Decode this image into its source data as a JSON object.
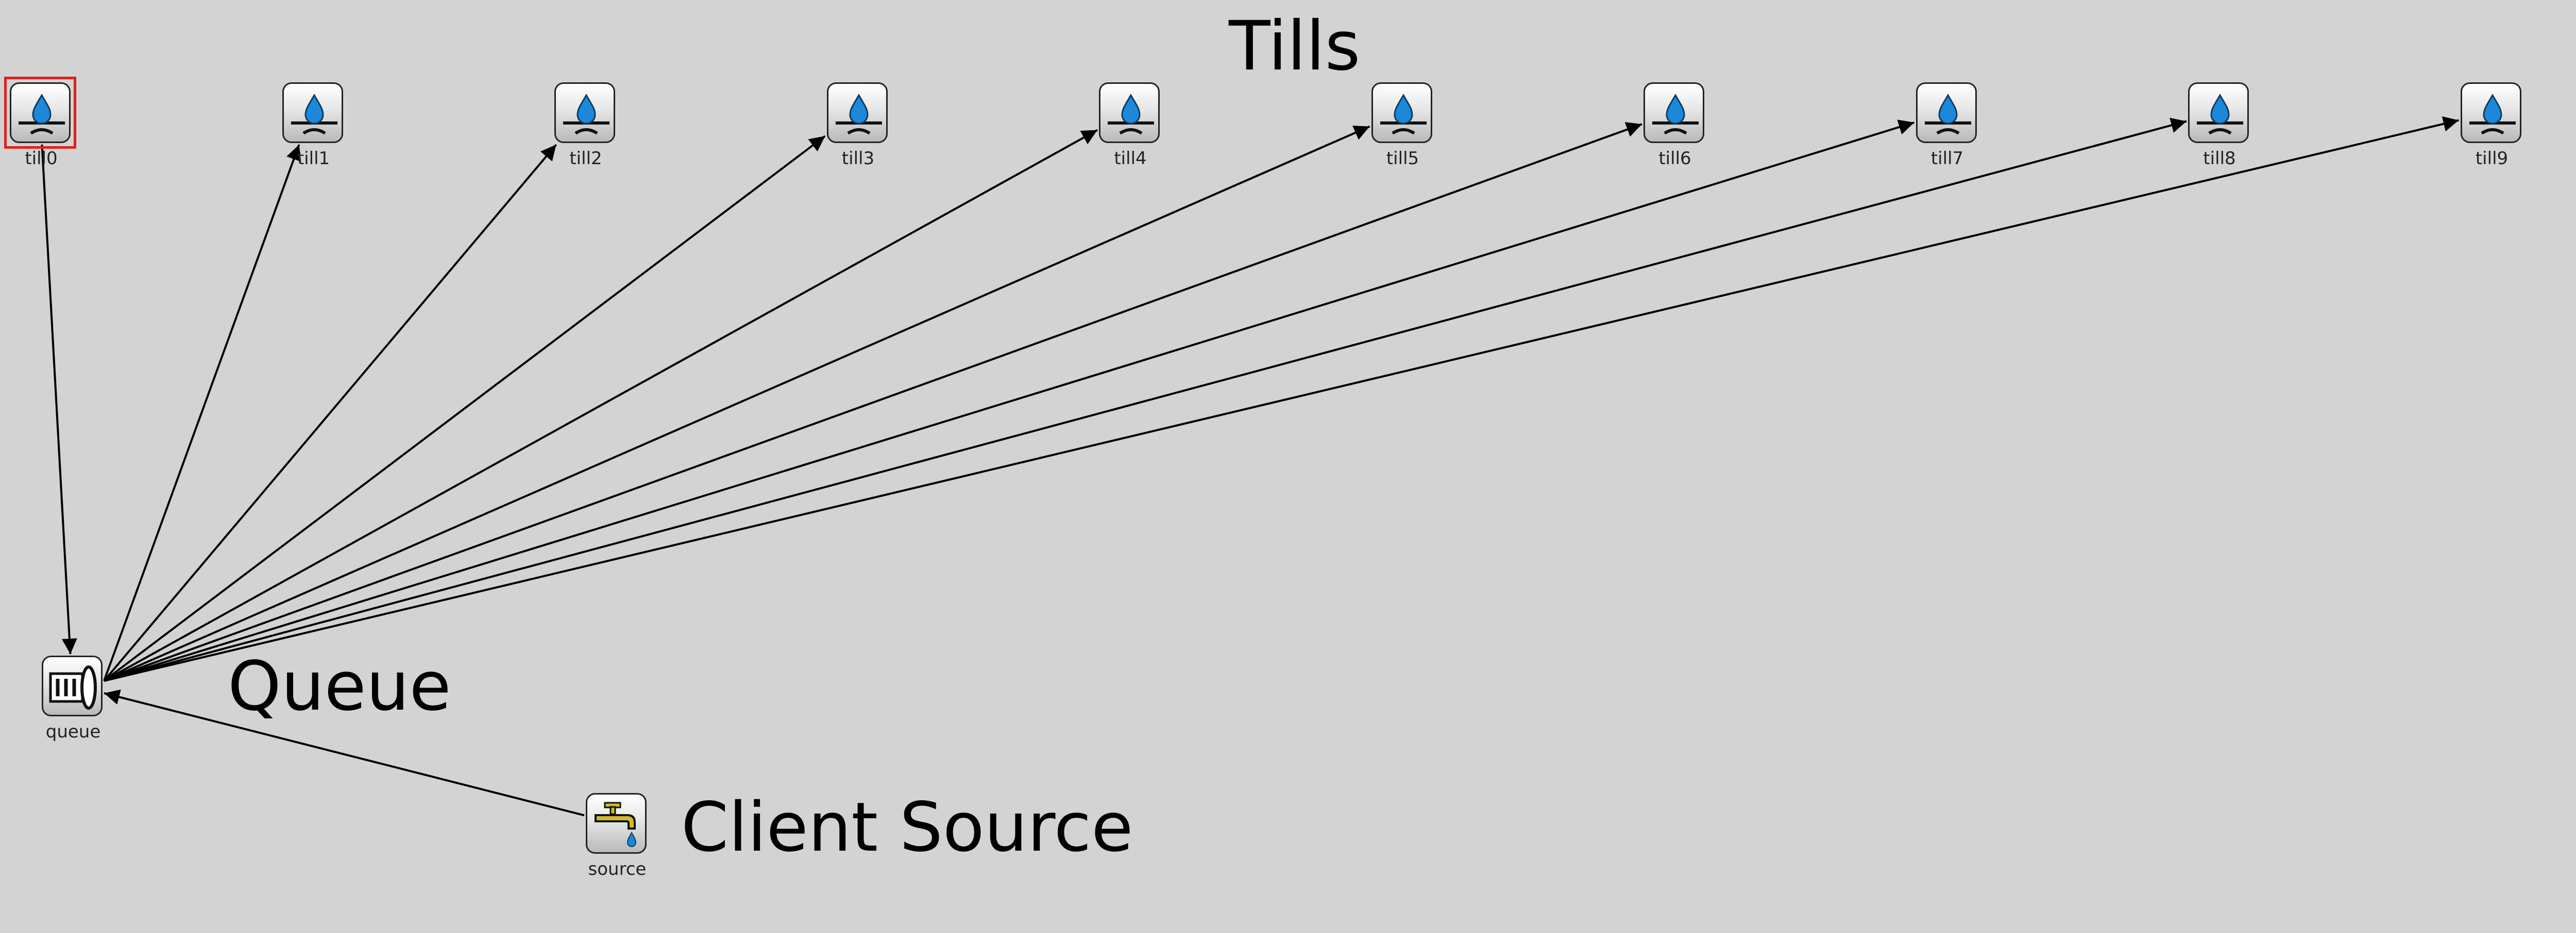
{
  "titles": {
    "tills": "Tills",
    "queue": "Queue",
    "source": "Client Source"
  },
  "nodes": {
    "tills": [
      {
        "label": "till0",
        "icon": "sink-drop-icon",
        "selected": true
      },
      {
        "label": "till1",
        "icon": "sink-drop-icon"
      },
      {
        "label": "till2",
        "icon": "sink-drop-icon"
      },
      {
        "label": "till3",
        "icon": "sink-drop-icon"
      },
      {
        "label": "till4",
        "icon": "sink-drop-icon"
      },
      {
        "label": "till5",
        "icon": "sink-drop-icon"
      },
      {
        "label": "till6",
        "icon": "sink-drop-icon"
      },
      {
        "label": "till7",
        "icon": "sink-drop-icon"
      },
      {
        "label": "till8",
        "icon": "sink-drop-icon"
      },
      {
        "label": "till9",
        "icon": "sink-drop-icon"
      }
    ],
    "queue": {
      "label": "queue",
      "icon": "queue-icon"
    },
    "source": {
      "label": "source",
      "icon": "faucet-icon"
    }
  },
  "edges": [
    {
      "from": "till0",
      "to": "queue"
    },
    {
      "from": "queue",
      "to": "till1"
    },
    {
      "from": "queue",
      "to": "till2"
    },
    {
      "from": "queue",
      "to": "till3"
    },
    {
      "from": "queue",
      "to": "till4"
    },
    {
      "from": "queue",
      "to": "till5"
    },
    {
      "from": "queue",
      "to": "till6"
    },
    {
      "from": "queue",
      "to": "till7"
    },
    {
      "from": "queue",
      "to": "till8"
    },
    {
      "from": "queue",
      "to": "till9"
    },
    {
      "from": "source",
      "to": "queue"
    }
  ],
  "colors": {
    "background": "#d3d3d3",
    "selection": "#e02020",
    "drop": "#1e88d8",
    "faucet": "#d4b92a"
  }
}
